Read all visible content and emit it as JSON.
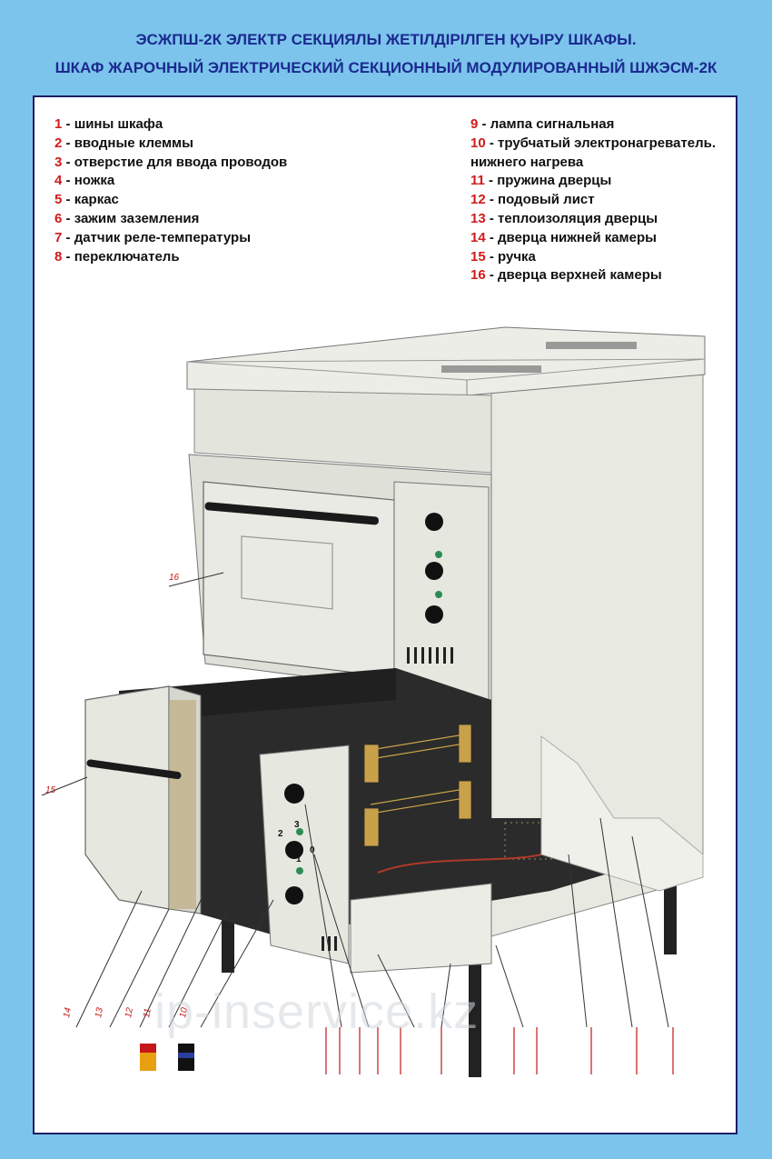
{
  "title_line1": "ЭСЖПШ-2К ЭЛЕКТР СЕКЦИЯЛЫ ЖЕТІЛДІРІЛГЕН ҚУЫРУ ШКАФЫ.",
  "title_line2": "ШКАФ ЖАРОЧНЫЙ ЭЛЕКТРИЧЕСКИЙ СЕКЦИОННЫЙ МОДУЛИРОВАННЫЙ ШЖЭСМ-2К",
  "legend_left": [
    {
      "num": "1",
      "text": "шины шкафа"
    },
    {
      "num": "2",
      "text": "вводные клеммы"
    },
    {
      "num": "3",
      "text": "отверстие для ввода проводов"
    },
    {
      "num": "4",
      "text": "ножка"
    },
    {
      "num": "5",
      "text": "каркас"
    },
    {
      "num": "6",
      "text": "зажим заземления"
    },
    {
      "num": "7",
      "text": "датчик реле-температуры"
    },
    {
      "num": "8",
      "text": "переключатель"
    }
  ],
  "legend_right": [
    {
      "num": "9",
      "text": "лампа сигнальная"
    },
    {
      "num": "10",
      "text": "трубчатый электронагреватель."
    },
    {
      "num": "",
      "text": "нижнего нагрева"
    },
    {
      "num": "11",
      "text": "пружина дверцы"
    },
    {
      "num": "12",
      "text": "подовый лист"
    },
    {
      "num": "13",
      "text": "теплоизоляция дверцы"
    },
    {
      "num": "14",
      "text": "дверца нижней камеры"
    },
    {
      "num": "15",
      "text": "ручка"
    },
    {
      "num": "16",
      "text": "дверца верхней камеры"
    }
  ],
  "tags": {
    "t16": "16",
    "t15": "15",
    "t14": "14",
    "t13": "13",
    "t12": "12",
    "t11": "11",
    "t10": "10"
  },
  "knob_marks": {
    "a": "2",
    "b": "1",
    "c": "0",
    "d": "3"
  },
  "watermark": "ip-inservice.kz",
  "colors": {
    "background": "#7cc4ec",
    "title": "#1b2a8f",
    "legend_number": "#d11a1a",
    "frame": "#1d1f66"
  }
}
